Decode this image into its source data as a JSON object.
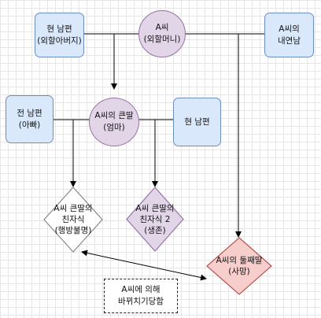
{
  "nodes": {
    "husband_current_top": "현 남편\n(외할아버지)",
    "grandmother": "A씨\n(외할머니)",
    "lover": "A씨의\n내연남",
    "ex_husband": "전 남편\n(아빠)",
    "eldest_daughter": "A씨의 큰딸\n(엄마)",
    "husband_current_mid": "현 남편",
    "child_missing": "A씨 큰딸의\n친자식\n(행방불명)",
    "child_2": "A씨 큰딸의\n친자식 2\n(생존)",
    "second_daughter": "A씨의 둘째딸\n(사망)"
  },
  "note": "A씨에 의해\n바뀌치기당함",
  "colors": {
    "rect_fill": "#dae8fc",
    "rect_border": "#6c8ebf",
    "circle_fill": "#e1d5e7",
    "circle_border": "#9673a6",
    "gray_diamond_border": "#888888",
    "purple_diamond_fill": "#e1d5e7",
    "red_diamond_fill": "#f8cecc",
    "red_diamond_border": "#b85450"
  }
}
